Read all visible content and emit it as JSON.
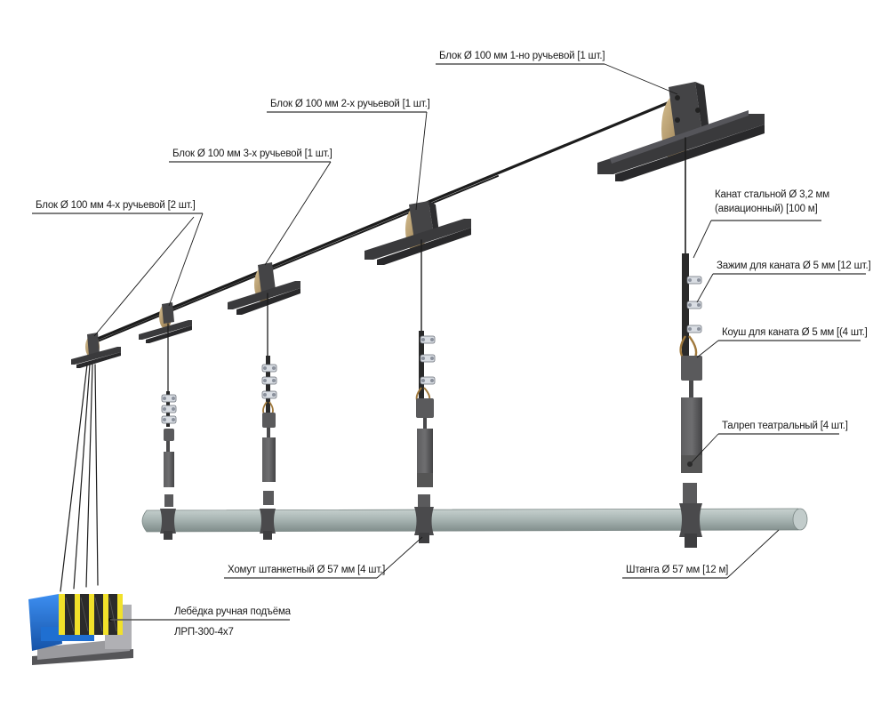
{
  "title": "Система подъёма штанги с ручной лебёдкой",
  "colors": {
    "steel_dark": "#3c3c3e",
    "steel_mid": "#5a5a5c",
    "pipe": "#a9b6b4",
    "winch_blue": "#1f6fd1",
    "winch_yellow": "#f1e12a",
    "sheave_bronze": "#b89a6a",
    "leader_line": "#1a1a1a"
  },
  "labels": {
    "block_1groove": "Блок Ø 100 мм 1-но ручьевой [1 шт.]",
    "block_2groove": "Блок Ø 100 мм 2-х ручьевой [1 шт.]",
    "block_3groove": "Блок Ø 100 мм 3-х ручьевой [1 шт.]",
    "block_4groove": "Блок Ø 100 мм 4-х ручьевой [2 шт.]",
    "cable_line1": "Канат стальной Ø 3,2 мм",
    "cable_line2": "(авиационный)  [100 м]",
    "clamp": "Зажим для каната Ø 5 мм [12 шт.]",
    "thimble": "Коуш  для каната Ø 5 мм [(4 шт.]",
    "turnbuckle": "Талреп театральный  [4 шт.]",
    "pipe_clamp": "Хомут штанкетный Ø 57 мм [4 шт.]",
    "batten": "Штанга Ø 57 мм [12 м]",
    "winch_line1": "Лебёдка ручная подъёма",
    "winch_line2": "ЛРП-300-4х7"
  },
  "components": [
    {
      "id": "block-1",
      "grooves": 1,
      "qty": 1
    },
    {
      "id": "block-2",
      "grooves": 2,
      "qty": 1
    },
    {
      "id": "block-3",
      "grooves": 3,
      "qty": 1
    },
    {
      "id": "block-4",
      "grooves": 4,
      "qty": 2
    }
  ]
}
